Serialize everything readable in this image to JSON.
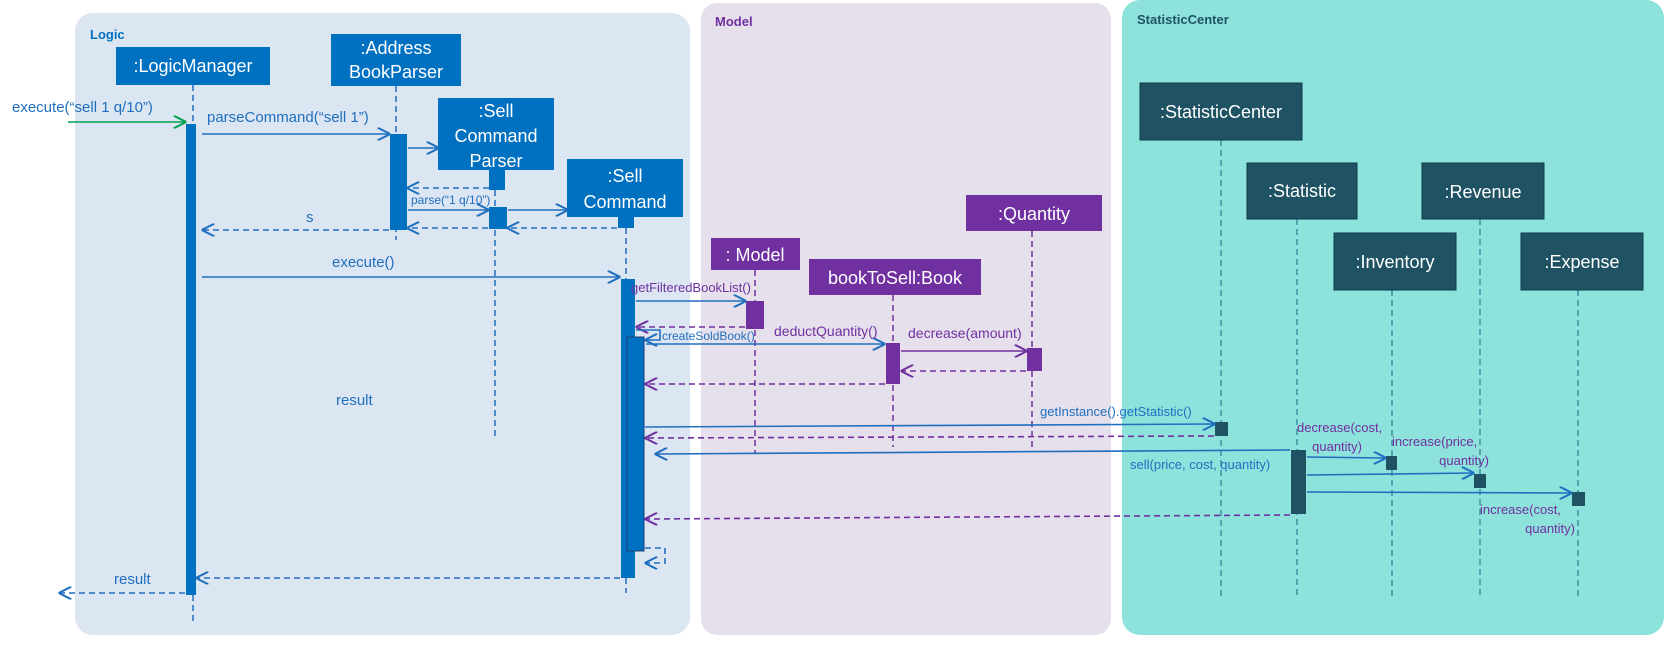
{
  "frames": {
    "logic": "Logic",
    "model": "Model",
    "statistic_center": "StatisticCenter"
  },
  "colors": {
    "logic_bg": "#dce6f2",
    "model_bg": "#e6e0ec",
    "stat_bg": "#8de2dc",
    "logic_head": "#0070c0",
    "model_head": "#7030a0",
    "stat_head": "#1f5363",
    "logic_line": "#1f6fbf",
    "model_line": "#7030a0",
    "entry_arrow": "#00a050"
  },
  "participants": {
    "logic_manager": ":LogicManager",
    "parser_l1": ":Address",
    "parser_l2": "BookParser",
    "sell_parser_l1": ":Sell",
    "sell_parser_l2": "Command",
    "sell_parser_l3": "Parser",
    "sell_cmd_l1": ":Sell",
    "sell_cmd_l2": "Command",
    "model": ": Model",
    "book_to_sell": "bookToSell:Book",
    "quantity": ":Quantity",
    "statistic_center": ":StatisticCenter",
    "statistic": ":Statistic",
    "revenue": ":Revenue",
    "inventory": ":Inventory",
    "expense": ":Expense"
  },
  "messages": {
    "execute_entry": "execute(“sell 1 q/10”)",
    "parse_command": "parseCommand(“sell 1”)",
    "parse": "parse(“1 q/10”)",
    "s": "s",
    "execute": "execute()",
    "get_filtered_book_list": "getFilteredBookList()",
    "create_sold_book": "createSoldBook()",
    "deduct_quantity": "deductQuantity()",
    "decrease_amount": "decrease(amount)",
    "result_mid": "result",
    "get_instance": "getInstance().getStatistic()",
    "sell_l1": "sell(price, cost, quantity)",
    "decrease_cost_l1": "decrease(cost,",
    "decrease_cost_l2": "quantity)",
    "increase_price_l1": "increase(price,",
    "increase_price_l2": "quantity)",
    "increase_cost_l1": "increase(cost,",
    "increase_cost_l2": "quantity)",
    "result_final": "result"
  }
}
